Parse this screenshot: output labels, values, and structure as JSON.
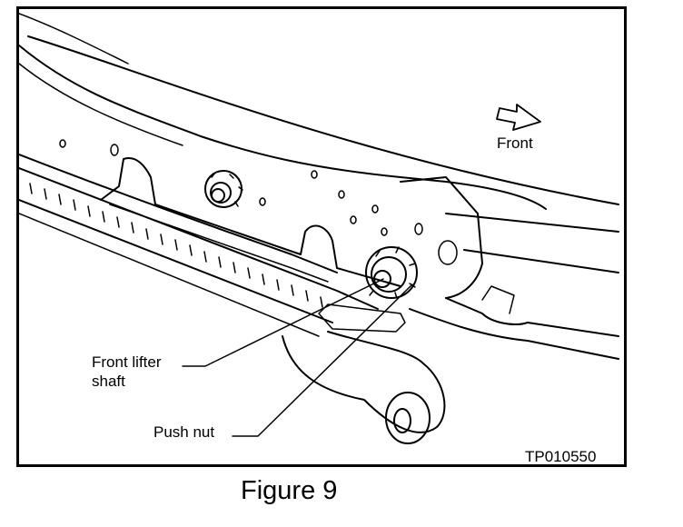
{
  "labels": {
    "front_direction": "Front",
    "front_lifter_shaft_line1": "Front lifter",
    "front_lifter_shaft_line2": "shaft",
    "push_nut": "Push nut",
    "figure_code": "TP010550"
  },
  "caption": "Figure 9",
  "colors": {
    "line": "#000000",
    "background": "#ffffff"
  },
  "icons": {
    "direction_arrow": "front-arrow-icon"
  }
}
